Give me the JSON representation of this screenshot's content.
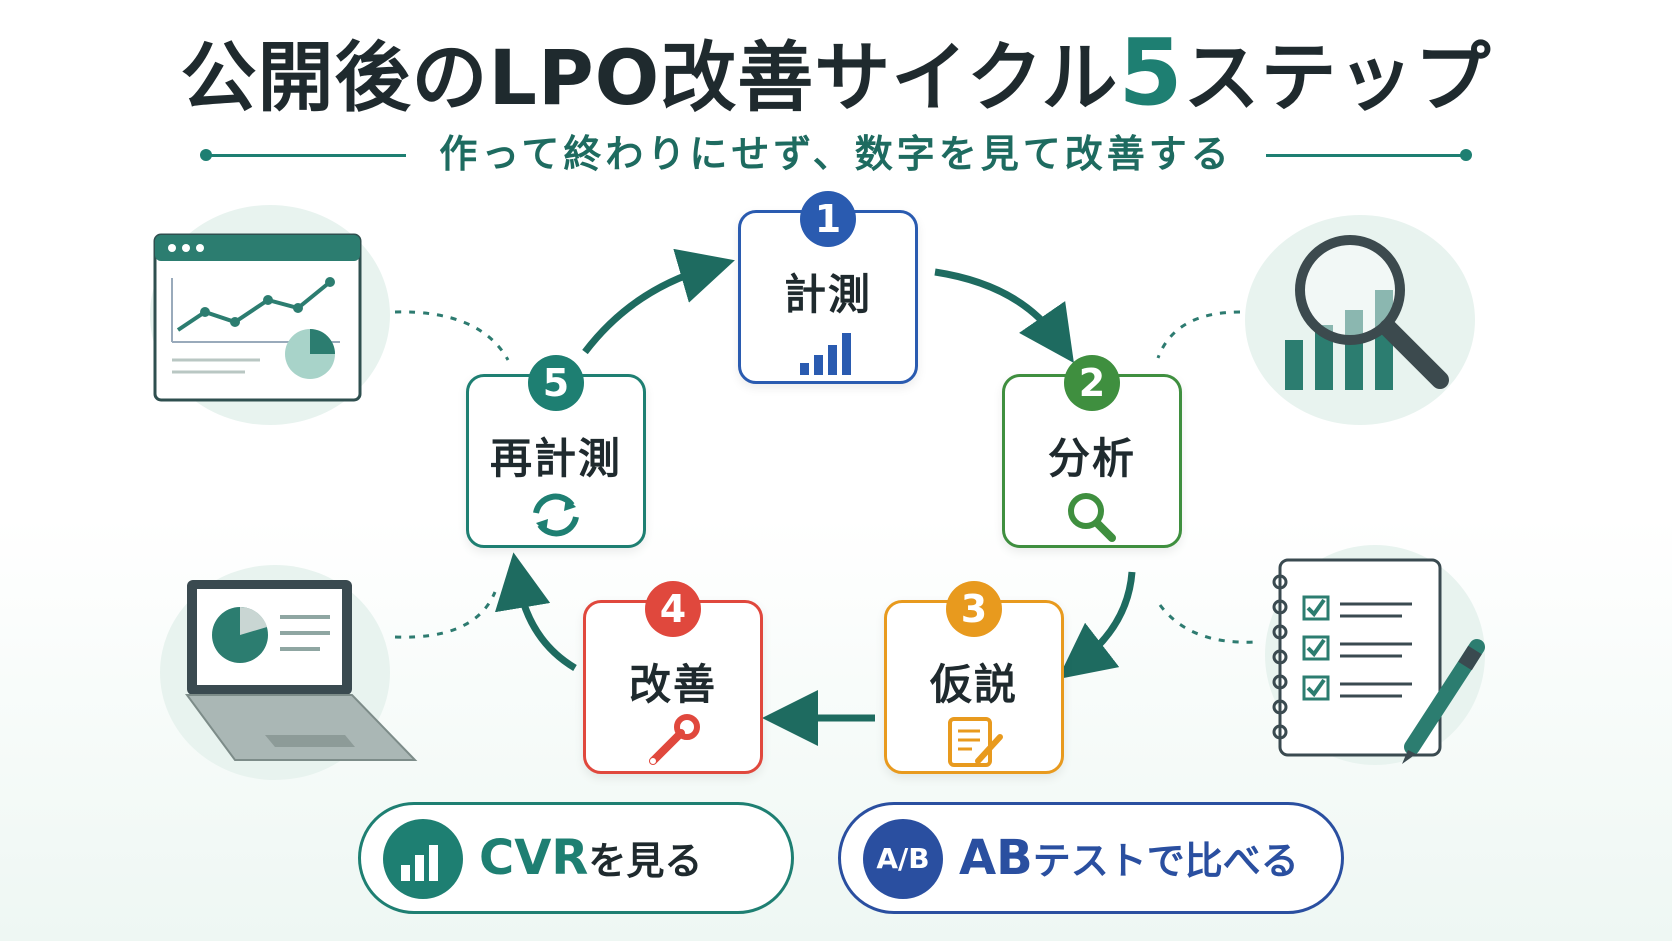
{
  "title": {
    "main": "公開後のLPO改善サイクル",
    "accent": "5",
    "tail": "ステップ"
  },
  "subtitle": "作って終わりにせず、数字を見て改善する",
  "steps": [
    {
      "number": "1",
      "label": "計測",
      "icon": "bar-chart-icon",
      "color": "#2a5bb0"
    },
    {
      "number": "2",
      "label": "分析",
      "icon": "magnifier-icon",
      "color": "#3f8f3f"
    },
    {
      "number": "3",
      "label": "仮説",
      "icon": "notepad-pencil-icon",
      "color": "#e89a1e"
    },
    {
      "number": "4",
      "label": "改善",
      "icon": "wrench-icon",
      "color": "#e0483d"
    },
    {
      "number": "5",
      "label": "再計測",
      "icon": "refresh-icon",
      "color": "#1e7f72"
    }
  ],
  "pills": [
    {
      "icon": "bar-chart-icon",
      "text_main": "CVR",
      "text_tail": "を見る",
      "color": "#1e7f72"
    },
    {
      "icon": "ab-test-icon",
      "icon_text": "A/B",
      "text_main": "AB",
      "text_tail": "テストで比べる",
      "color": "#2a4fa0"
    }
  ],
  "illustrations": [
    {
      "name": "browser-dashboard-icon"
    },
    {
      "name": "magnifier-bar-chart-icon"
    },
    {
      "name": "laptop-chart-icon"
    },
    {
      "name": "checklist-notebook-icon"
    }
  ],
  "colors": {
    "accent": "#1e7f72",
    "text": "#1f2a2e"
  }
}
